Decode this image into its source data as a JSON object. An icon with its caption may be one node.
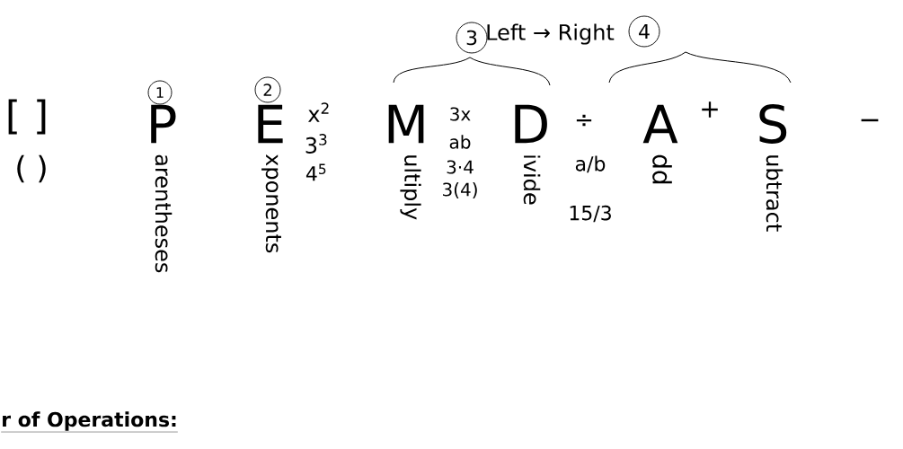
{
  "diagram": {
    "title": "r of Operations:",
    "nodes": [
      {
        "text": [
          "1"
        ]
      },
      {
        "text": [
          "2"
        ]
      },
      {
        "text": [
          "3"
        ]
      },
      {
        "text": [
          "4"
        ]
      }
    ],
    "labels": [
      "[ ]",
      "( )",
      "P",
      "arentheses",
      "E",
      "xponents",
      "x$^{2}$",
      "3$^{3}$",
      "4$^{5}$",
      "Left → Right",
      "M",
      "ultiply",
      "3x",
      "ab",
      "3·4",
      "3(4)",
      "D",
      "ivide",
      "÷",
      "a/b",
      "15/3",
      "A",
      "dd",
      "+",
      "S",
      "ubtract",
      "−"
    ]
  }
}
